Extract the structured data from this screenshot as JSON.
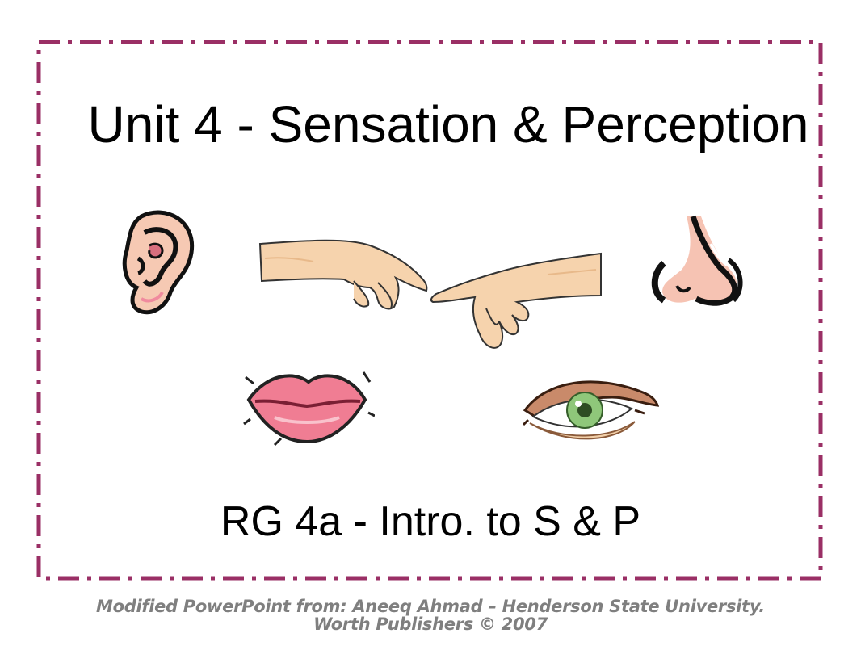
{
  "slide": {
    "title": "Unit 4 - Sensation & Perception",
    "subtitle": "RG 4a - Intro. to S & P",
    "footer_line1": "Modified PowerPoint from:  Aneeq Ahmad – Henderson State University.",
    "footer_line2": "Worth Publishers © 2007"
  },
  "colors": {
    "border": "#9a2f65",
    "skin": "#f6d3ad",
    "pink": "#f08a9e",
    "iris": "#8fc77a",
    "footer_text": "#7f7f7f"
  },
  "icons": [
    "ear-icon",
    "hands-touch-icon",
    "nose-icon",
    "lips-icon",
    "eye-icon"
  ]
}
